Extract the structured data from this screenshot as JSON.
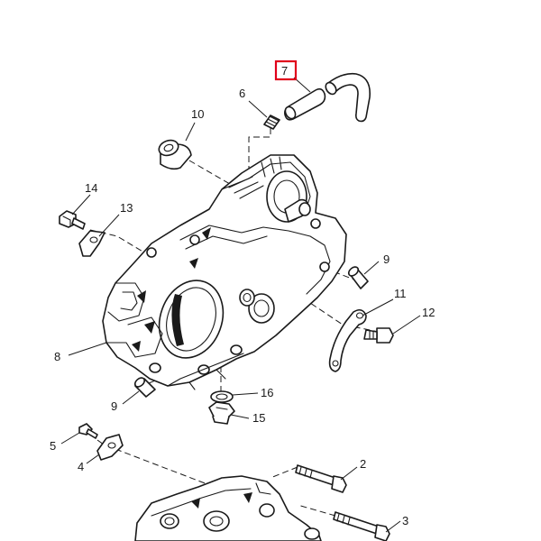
{
  "diagram": {
    "callouts": [
      {
        "id": "c1",
        "text": "7"
      },
      {
        "id": "c2",
        "text": "6"
      },
      {
        "id": "c3",
        "text": "10"
      },
      {
        "id": "c4",
        "text": "14"
      },
      {
        "id": "c5",
        "text": "13"
      },
      {
        "id": "c6",
        "text": "9"
      },
      {
        "id": "c7",
        "text": "11"
      },
      {
        "id": "c8",
        "text": "12"
      },
      {
        "id": "c9",
        "text": "8"
      },
      {
        "id": "c10",
        "text": "9"
      },
      {
        "id": "c11",
        "text": "16"
      },
      {
        "id": "c12",
        "text": "15"
      },
      {
        "id": "c13",
        "text": "5"
      },
      {
        "id": "c14",
        "text": "4"
      },
      {
        "id": "c15",
        "text": "2"
      },
      {
        "id": "c16",
        "text": "3"
      }
    ],
    "highlighted_callout": "7",
    "highlight_color": "#e0001b",
    "line_color": "#1a1a1a"
  }
}
